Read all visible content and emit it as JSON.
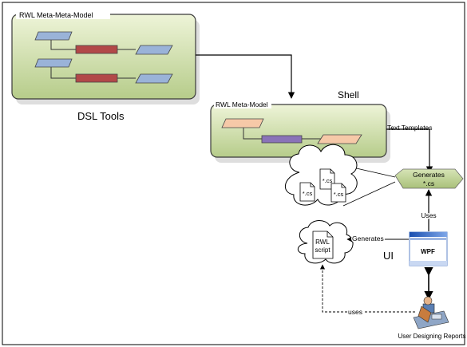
{
  "diagram": {
    "rwl_meta_meta_model_label": "RWL Meta-Meta-Model",
    "dsl_tools_label": "DSL Tools",
    "rwl_meta_model_label": "RWL Meta-Model",
    "shell_label": "Shell",
    "text_templates_label": "Text Templates",
    "generates_box": {
      "line1": "Generates",
      "line2": "*.cs"
    },
    "cs_files": [
      "*.cs",
      "*.cs",
      "*.cs"
    ],
    "uses_label": "Uses",
    "rwl_script": {
      "line1": "RWL",
      "line2": "script"
    },
    "generates_label": "Generates",
    "ui_label": "UI",
    "wpf_label": "WPF",
    "uses_lower_label": "uses",
    "user_label": "User Designing Reports"
  },
  "colors": {
    "green_top": "#eef4d8",
    "green_bottom": "#b6cc8a",
    "blue_shape": "#9ab3d8",
    "red_shape": "#b24848",
    "peach_shape": "#f6c9a8",
    "purple_shape": "#8a73b8",
    "hexagon": "#b9cf8e"
  }
}
